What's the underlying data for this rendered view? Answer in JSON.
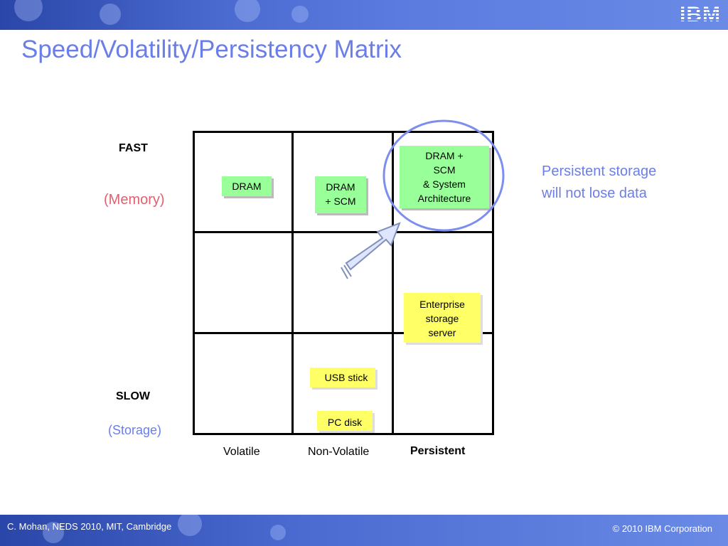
{
  "header": {
    "logo_text": "IBM"
  },
  "title": "Speed/Volatility/Persistency  Matrix",
  "speed_axis": {
    "top_label": "FAST",
    "top_sublabel": "(Memory)",
    "bottom_label": "SLOW",
    "bottom_sublabel": "(Storage)"
  },
  "columns": {
    "col1": "Volatile",
    "col2": "Non-Volatile",
    "col3": "Persistent"
  },
  "cells": {
    "dram": "DRAM",
    "dram_scm_line1": "DRAM",
    "dram_scm_line2": "+ SCM",
    "dram_scm_sys_line1": "DRAM +",
    "dram_scm_sys_line2": "SCM",
    "dram_scm_sys_line3": "& System",
    "dram_scm_sys_line4": "Architecture",
    "enterprise_line1": "Enterprise",
    "enterprise_line2": "storage",
    "enterprise_line3": "server",
    "usb": "USB stick",
    "pc_disk": "PC disk"
  },
  "note": {
    "line1": "Persistent storage",
    "line2": "will not lose data"
  },
  "footer": {
    "left": "C. Mohan, NEDS 2010, MIT, Cambridge",
    "right": "© 2010 IBM Corporation"
  },
  "colors": {
    "accent": "#6b7ee8",
    "box_green": "#99ff99",
    "box_yellow": "#ffff66",
    "memory_text": "#e06070"
  }
}
